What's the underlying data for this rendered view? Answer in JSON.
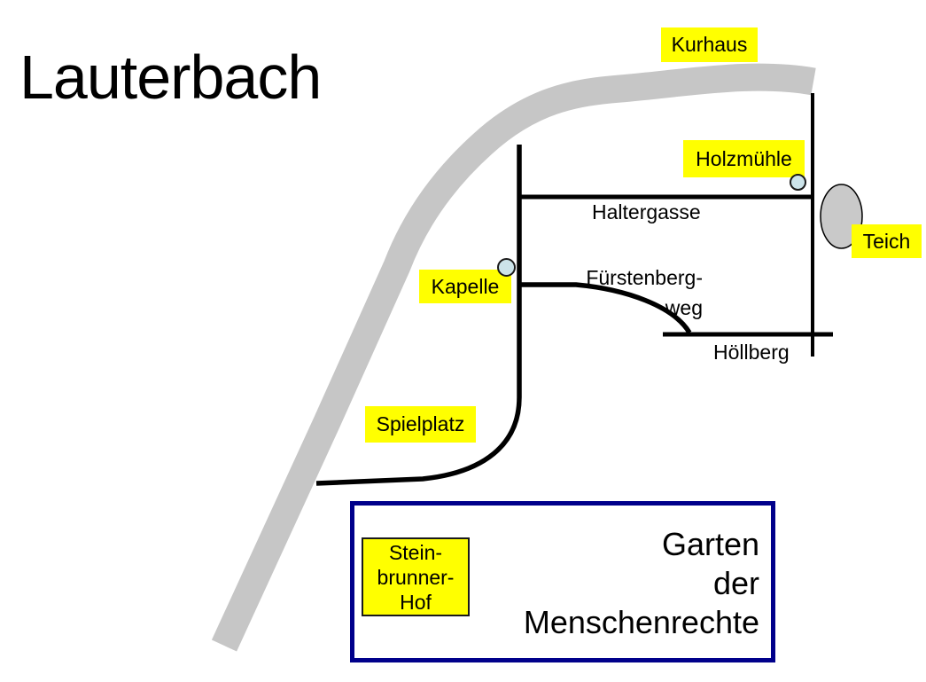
{
  "map": {
    "title": "Lauterbach",
    "place_labels": {
      "kurhaus": "Kurhaus",
      "holzmuehle": "Holzmühle",
      "teich": "Teich",
      "kapelle": "Kapelle",
      "spielplatz": "Spielplatz",
      "steinbrunner_hof": {
        "line1": "Stein-",
        "line2": "brunner-",
        "line3": "Hof"
      }
    },
    "street_labels": {
      "haltergasse": "Haltergasse",
      "fuerstenberg_line1": "Fürstenberg-",
      "fuerstenberg_line2": "weg",
      "hoellberg": "Höllberg"
    },
    "garten_box": {
      "line1": "Garten",
      "line2": "der",
      "line3": "Menschenrechte"
    },
    "icons": {
      "kapelle_marker": "circle-marker",
      "holzmuehle_marker": "circle-marker",
      "teich_pond": "pond-ellipse",
      "main_road": "road-band"
    },
    "colors": {
      "label_background": "#ffff00",
      "label_text": "#000000",
      "main_road_gray": "#c6c6c6",
      "pond_gray": "#c9c9c9",
      "marker_blue": "#cce4ea",
      "street_black": "#000000",
      "garten_border_navy": "#00008b",
      "background": "#ffffff"
    }
  }
}
